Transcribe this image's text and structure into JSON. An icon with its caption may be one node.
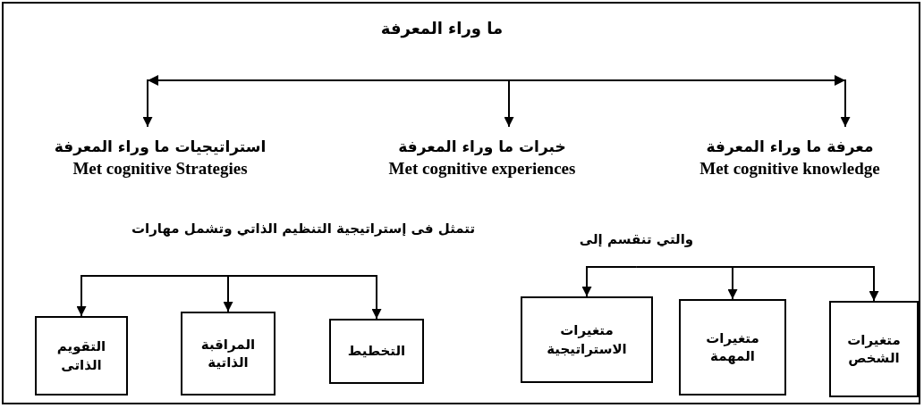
{
  "diagram": {
    "nodes": [
      {
        "text": [
          "ما وراء المعرفة"
        ]
      },
      {
        "text": [
          "استراتيجيات ما وراء المعرفة",
          "Met cognitive Strategies"
        ]
      },
      {
        "text": [
          "خبرات ما وراء المعرفة",
          "Met cognitive experiences"
        ]
      },
      {
        "text": [
          "معرفة ما وراء المعرفة",
          "Met cognitive knowledge"
        ]
      },
      {
        "text": [
          "تتمثل فى إستراتيجية التنظيم الذاتي وتشمل مهارات"
        ]
      },
      {
        "text": [
          "التقويم الذاتى"
        ]
      },
      {
        "text": [
          "المراقبة الذاتية"
        ]
      },
      {
        "text": [
          "التخطيط"
        ]
      },
      {
        "text": [
          "والتي تنقسم إلى"
        ]
      },
      {
        "text": [
          "متغيرات الاستراتيجية"
        ]
      },
      {
        "text": [
          "متغيرات المهمة"
        ]
      },
      {
        "text": [
          "متغيرات الشخص"
        ]
      }
    ],
    "edges": [
      {
        "from": 0,
        "to": 1,
        "arrow": "to"
      },
      {
        "from": 0,
        "to": 2,
        "arrow": "to"
      },
      {
        "from": 0,
        "to": 3,
        "arrow": "to"
      },
      {
        "from": 4,
        "to": 5,
        "arrow": "to"
      },
      {
        "from": 4,
        "to": 6,
        "arrow": "to"
      },
      {
        "from": 4,
        "to": 7,
        "arrow": "to"
      },
      {
        "from": 8,
        "to": 9,
        "arrow": "to"
      },
      {
        "from": 8,
        "to": 10,
        "arrow": "to"
      },
      {
        "from": 8,
        "to": 11,
        "arrow": "to"
      }
    ]
  }
}
